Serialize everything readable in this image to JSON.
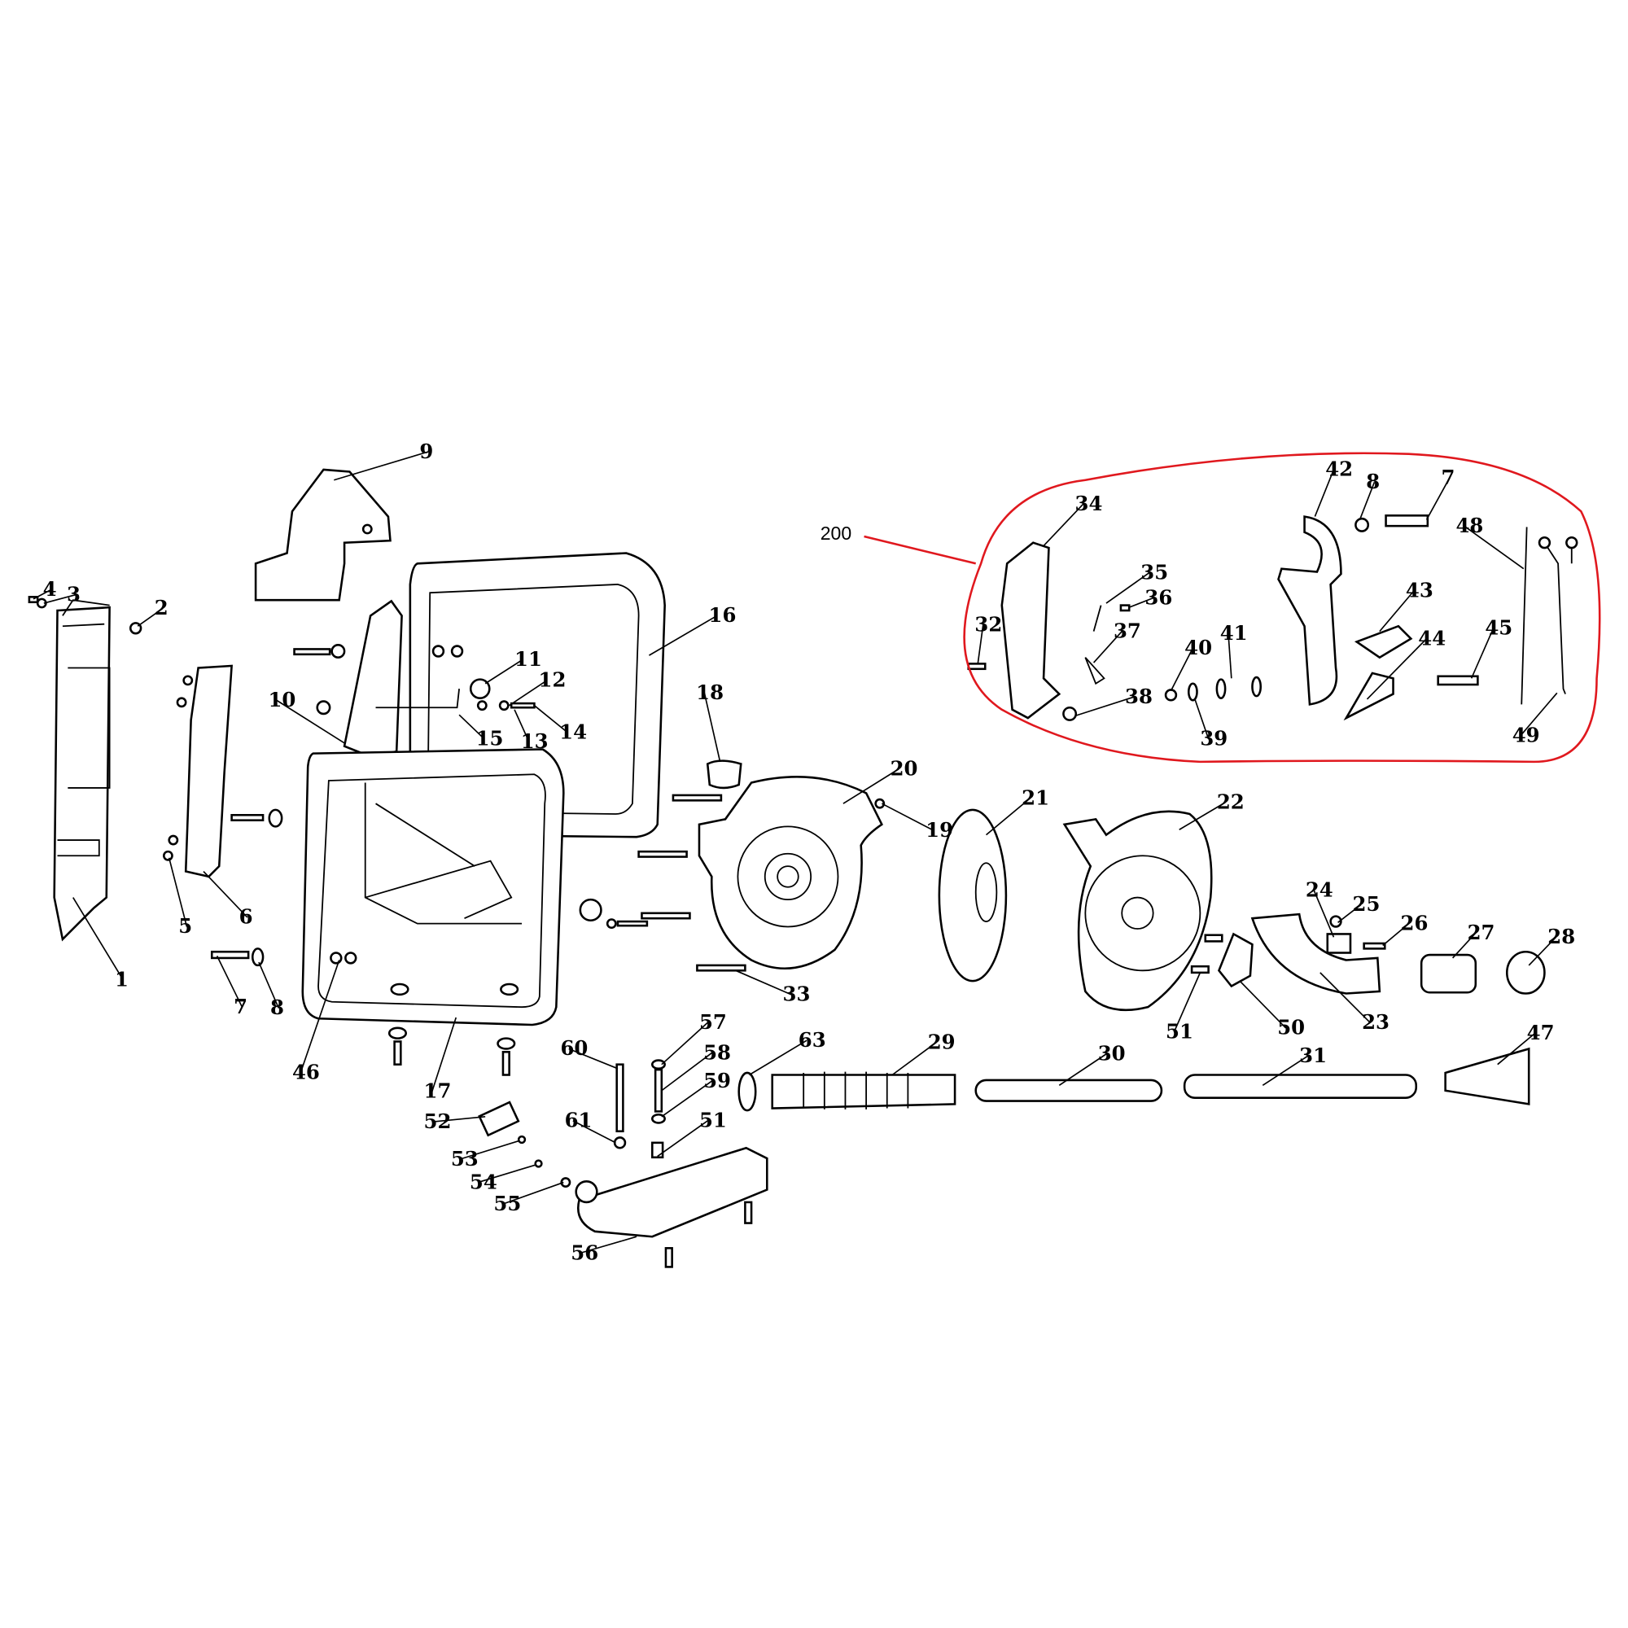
{
  "diagram": {
    "type": "exploded-parts-diagram",
    "subassembly_label": "200",
    "accent_color": "#e0181e",
    "part_labels": [
      "1",
      "2",
      "3",
      "4",
      "5",
      "6",
      "7",
      "8",
      "9",
      "10",
      "11",
      "12",
      "13",
      "14",
      "15",
      "16",
      "17",
      "18",
      "19",
      "20",
      "21",
      "22",
      "23",
      "24",
      "25",
      "26",
      "27",
      "28",
      "29",
      "30",
      "31",
      "32",
      "33",
      "34",
      "35",
      "36",
      "37",
      "38",
      "39",
      "40",
      "41",
      "42",
      "43",
      "44",
      "45",
      "46",
      "47",
      "48",
      "49",
      "50",
      "51",
      "51",
      "52",
      "53",
      "54",
      "55",
      "56",
      "57",
      "58",
      "59",
      "60",
      "61",
      "63",
      "7",
      "8"
    ]
  }
}
